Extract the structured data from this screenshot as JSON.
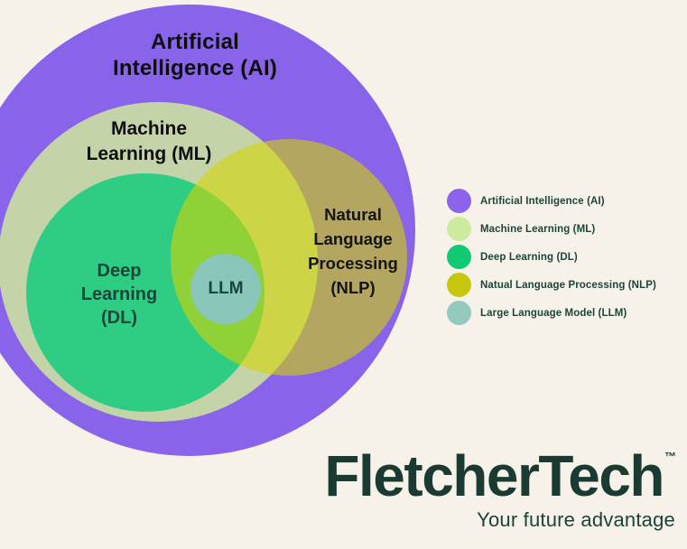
{
  "background": "#f7f2e9",
  "venn": {
    "ai": {
      "label_line1": "Artificial",
      "label_line2": "Intelligence (AI)",
      "color": "#8963e9",
      "text_color": "#0d0d0f"
    },
    "ml": {
      "label_line1": "Machine",
      "label_line2": "Learning (ML)",
      "color": "#cfe89c",
      "text_color": "#0e0e0e"
    },
    "dl": {
      "label_line1": "Deep",
      "label_line2": "Learning",
      "label_line3": "(DL)",
      "color": "#2fcd84",
      "text_color": "#15463a"
    },
    "nlp": {
      "label_line1": "Natural",
      "label_line2": "Language",
      "label_line3": "Processing",
      "label_line4": "(NLP)",
      "color": "#d2d500",
      "text_color": "#141410"
    },
    "llm": {
      "label": "LLM",
      "color": "#8bc6bb",
      "text_color": "#15473c"
    }
  },
  "legend": {
    "text_color": "#1c4539",
    "items": [
      {
        "label": "Artificial Intelligence (AI)",
        "color": "#8c63ea"
      },
      {
        "label": "Machine Learning (ML)",
        "color": "#cdea9e"
      },
      {
        "label": "Deep Learning (DL)",
        "color": "#10c973"
      },
      {
        "label": "Natual Language Processing (NLP)",
        "color": "#c6c60f"
      },
      {
        "label": "Large Language Model (LLM)",
        "color": "#92cabd"
      }
    ]
  },
  "brand": {
    "name": "FletcherTech",
    "trademark": "™",
    "tagline": "Your future advantage",
    "color": "#1b3a31",
    "tagline_color": "#1d4238"
  }
}
